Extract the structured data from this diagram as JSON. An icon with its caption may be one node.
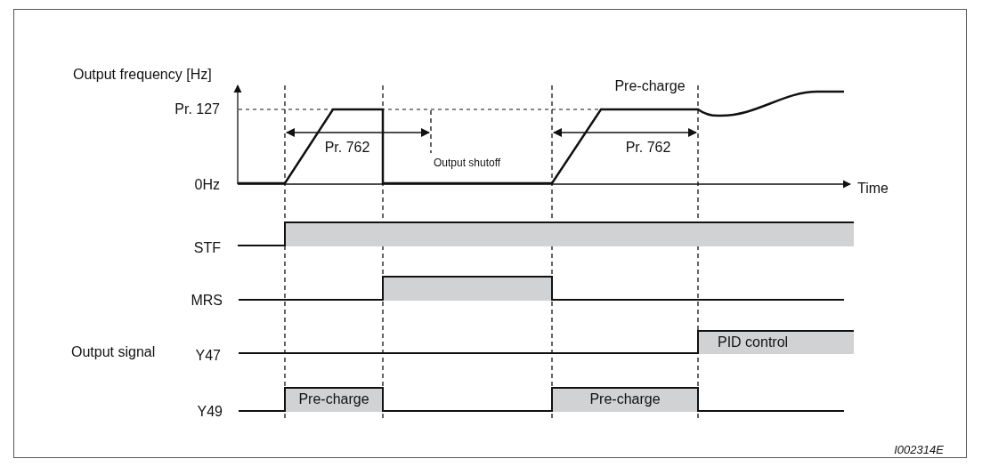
{
  "diagram": {
    "labels": [
      "Output frequency [Hz]",
      "Pr. 127",
      "Pre-charge",
      "Pr. 762",
      "Pr. 762",
      "Output shutoff",
      "0Hz",
      "Time",
      "STF",
      "MRS",
      "Output signal",
      "Y47",
      "PID control",
      "Y49",
      "Pre-charge",
      "Pre-charge",
      "I002314E"
    ]
  }
}
